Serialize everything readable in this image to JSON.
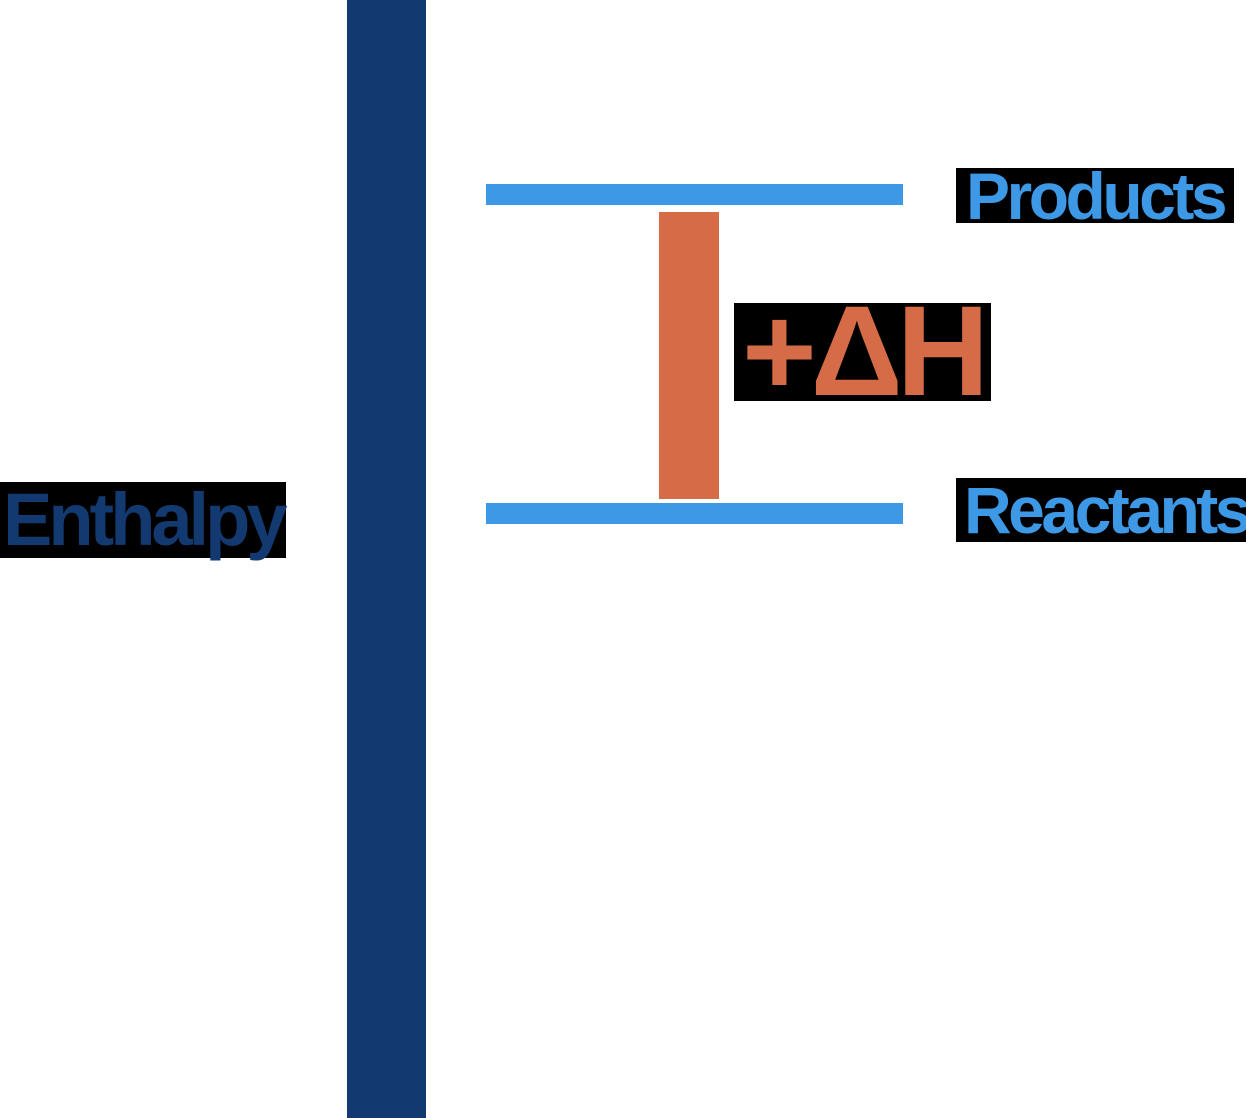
{
  "diagram": {
    "type": "enthalpy-level-diagram",
    "axis_label": "Enthalpy",
    "levels": [
      {
        "label": "Products",
        "position": "upper"
      },
      {
        "label": "Reactants",
        "position": "lower"
      }
    ],
    "delta_h_label": "+ΔH"
  },
  "colors": {
    "page_background": "#ffffff",
    "axis_bar": "#133a70",
    "axis_label_text": "#133a70",
    "level_line": "#3d99e5",
    "level_label_text": "#3d99e5",
    "delta": "#d66c47",
    "label_background": "#000000"
  }
}
